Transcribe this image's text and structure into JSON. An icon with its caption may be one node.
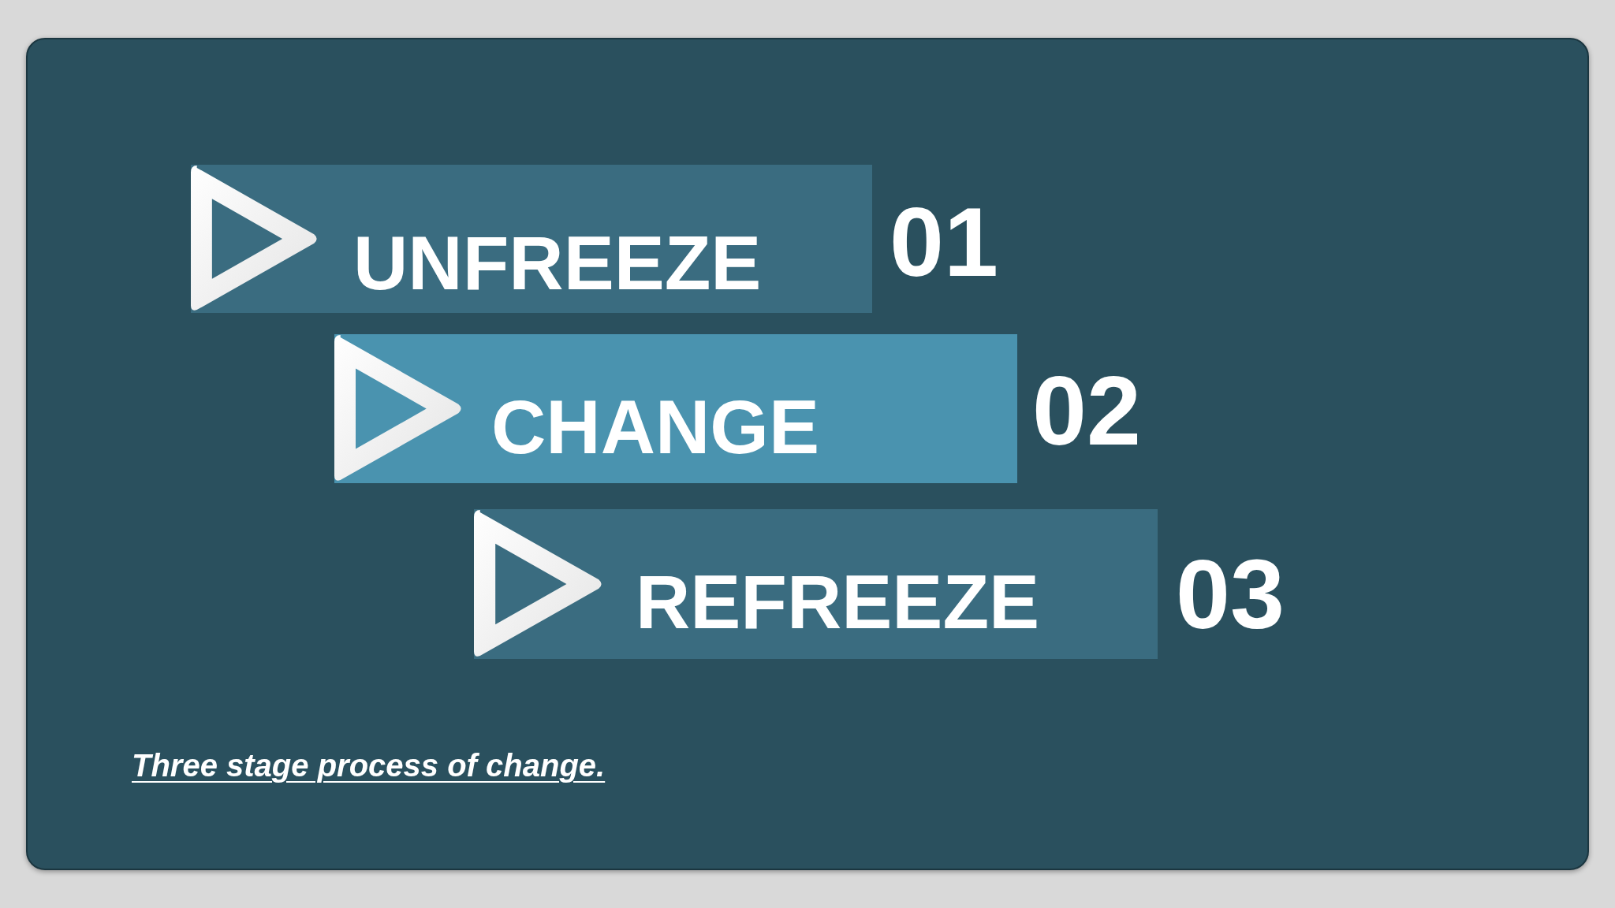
{
  "diagram": {
    "caption": "Three stage process of change.",
    "nodes": [
      {
        "text": [
          "UNFREEZE"
        ],
        "beside": [
          "01"
        ]
      },
      {
        "text": [
          "CHANGE"
        ],
        "beside": [
          "02"
        ]
      },
      {
        "text": [
          "REFREEZE"
        ],
        "beside": [
          "03"
        ]
      }
    ]
  }
}
